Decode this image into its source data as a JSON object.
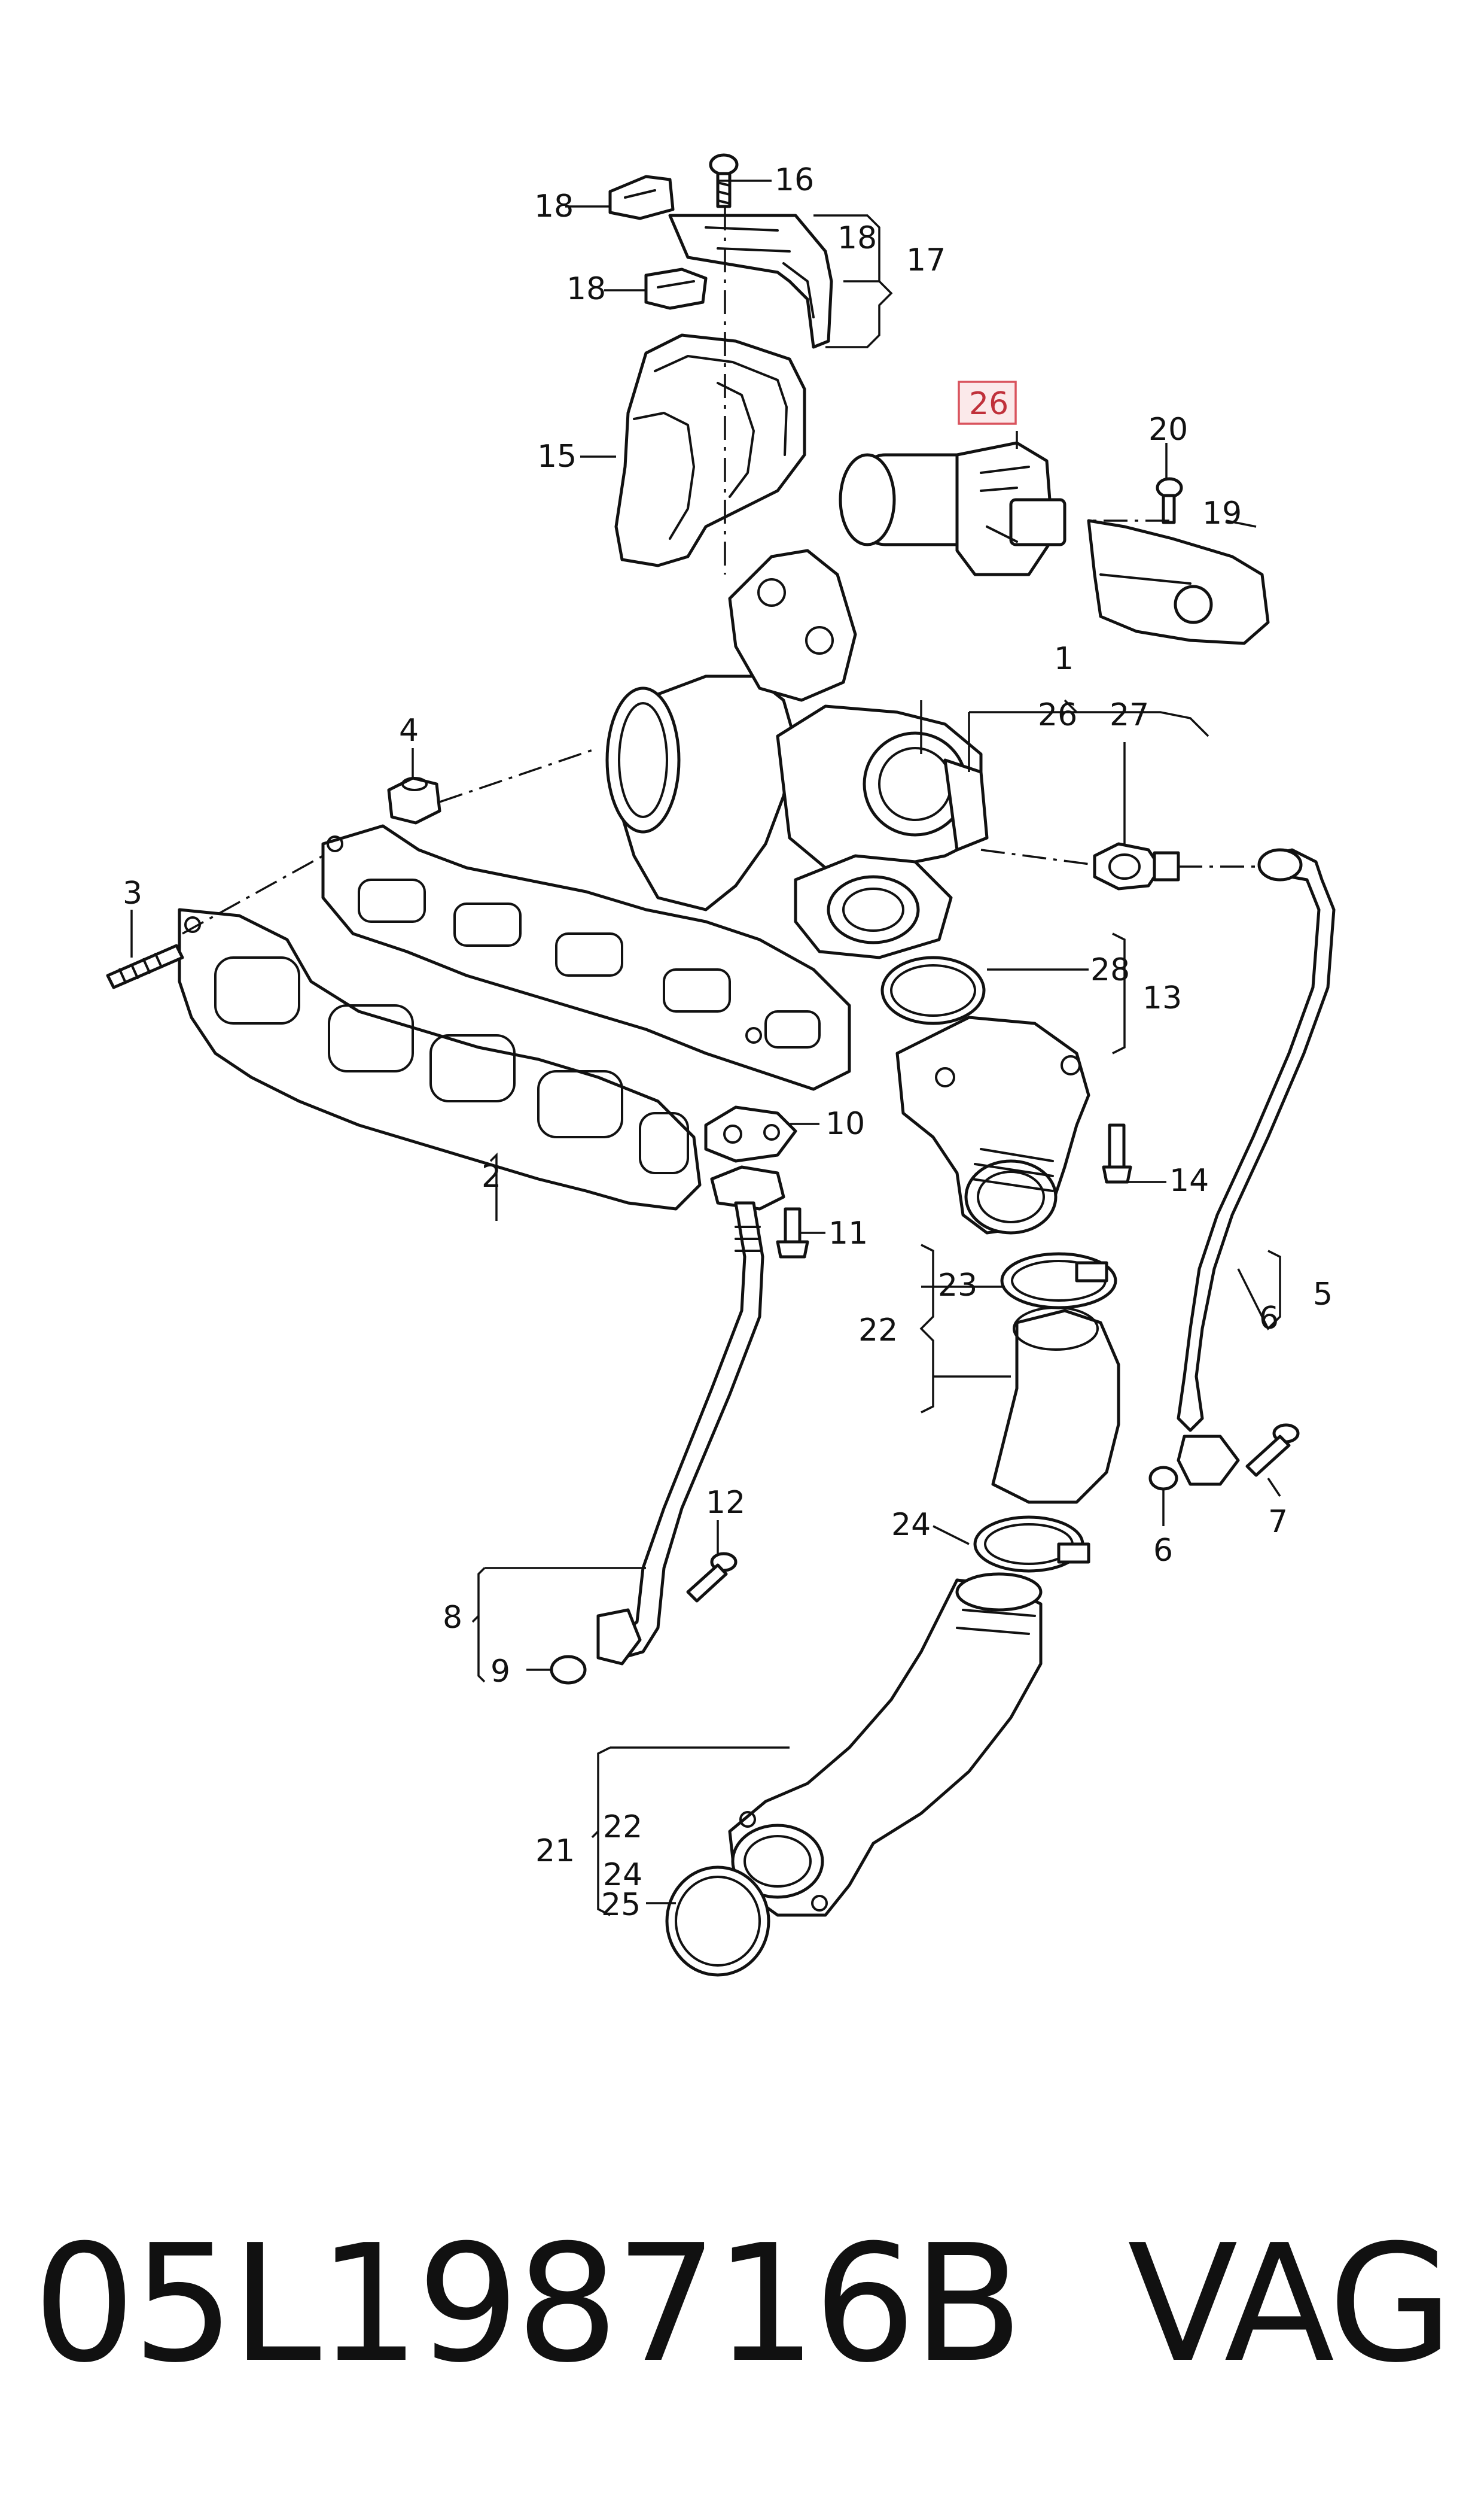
{
  "callouts": {
    "c1": "1",
    "c2": "2",
    "c3": "3",
    "c4": "4",
    "c5": "5",
    "c6a": "6",
    "c6b": "6",
    "c7": "7",
    "c8": "8",
    "c9": "9",
    "c10": "10",
    "c11": "11",
    "c12": "12",
    "c13": "13",
    "c14": "14",
    "c15": "15",
    "c16": "16",
    "c17": "17",
    "c18a": "18",
    "c18b": "18",
    "c18c": "18",
    "c19": "19",
    "c20": "20",
    "c21": "21",
    "c22a": "22",
    "c22b": "22",
    "c23": "23",
    "c24a": "24",
    "c24b": "24",
    "c25": "25",
    "c26": "26",
    "c26b": "26",
    "c27": "27",
    "c28": "28"
  },
  "highlighted_part": "26",
  "highlight_color": "#d9535d",
  "footer": {
    "part_number": "05L198716B",
    "brand": "VAG"
  }
}
